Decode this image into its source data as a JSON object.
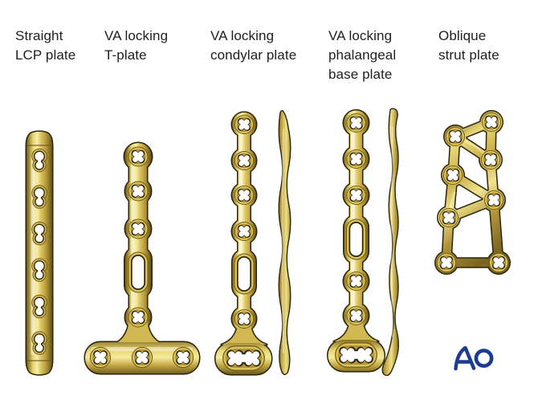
{
  "labels": [
    {
      "id": "straight-lcp-plate",
      "text": "Straight\nLCP plate"
    },
    {
      "id": "va-locking-t-plate",
      "text": "VA locking\nT-plate"
    },
    {
      "id": "va-locking-condylar-plate",
      "text": "VA locking\ncondylar plate"
    },
    {
      "id": "va-locking-phalangeal-base-plate",
      "text": "VA locking\nphalangeal\nbase plate"
    },
    {
      "id": "oblique-strut-plate",
      "text": "Oblique\nstrut plate"
    }
  ],
  "plates": [
    {
      "name": "Straight LCP plate",
      "views": [
        "front"
      ],
      "holes": "6 combi (figure-8) holes"
    },
    {
      "name": "VA locking T-plate",
      "views": [
        "front"
      ],
      "holes": "3 VA locking holes, 1 oblong hole, 1 VA locking hole, 3 head holes in T-bar"
    },
    {
      "name": "VA locking condylar plate",
      "views": [
        "front",
        "side"
      ],
      "holes": "4 VA locking holes, 1 oblong hole, 1 VA locking hole, 2 merged head holes"
    },
    {
      "name": "VA locking phalangeal base plate",
      "views": [
        "front",
        "side"
      ],
      "holes": "3 VA locking holes, 1 oblong hole, 2 VA locking holes, 2 merged head holes"
    },
    {
      "name": "Oblique strut plate",
      "views": [
        "front"
      ],
      "holes": "8 VA locking holes in an oblique lattice"
    }
  ],
  "logo": {
    "text": "AO",
    "color": "#1c3c94"
  },
  "palette": {
    "gold_light": "#f6efa8",
    "gold_mid": "#d6bf5e",
    "gold_dark": "#8f772a",
    "outline": "#2b2408",
    "hole": "#ffffff",
    "label_text": "#1e1e1e",
    "background": "#ffffff"
  }
}
